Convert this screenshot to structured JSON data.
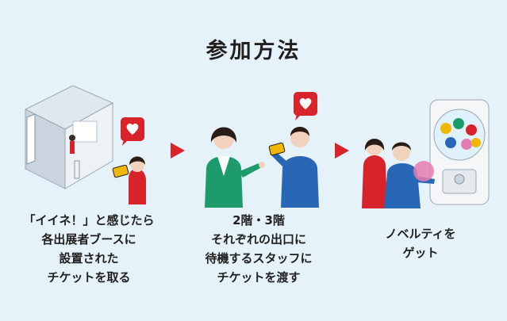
{
  "title": "参加方法",
  "steps": [
    {
      "lines": [
        "「イイネ！」と感じたら",
        "各出展者ブースに",
        "設置された",
        "チケットを取る"
      ],
      "icon": "booth-like-ticket-illustration"
    },
    {
      "lines": [
        "2階・3階",
        "それぞれの出口に",
        "待機するスタッフに",
        "チケットを渡す"
      ],
      "icon": "staff-handoff-illustration"
    },
    {
      "lines": [
        "ノベルティを",
        "ゲット"
      ],
      "icon": "capsule-toy-illustration"
    }
  ],
  "arrows": [
    "arrow-right-icon",
    "arrow-right-icon"
  ],
  "colors": {
    "background": "#e6f2fa",
    "accent": "#d8232a",
    "staff_blue": "#2867b5",
    "ticket_yellow": "#f2b705"
  }
}
